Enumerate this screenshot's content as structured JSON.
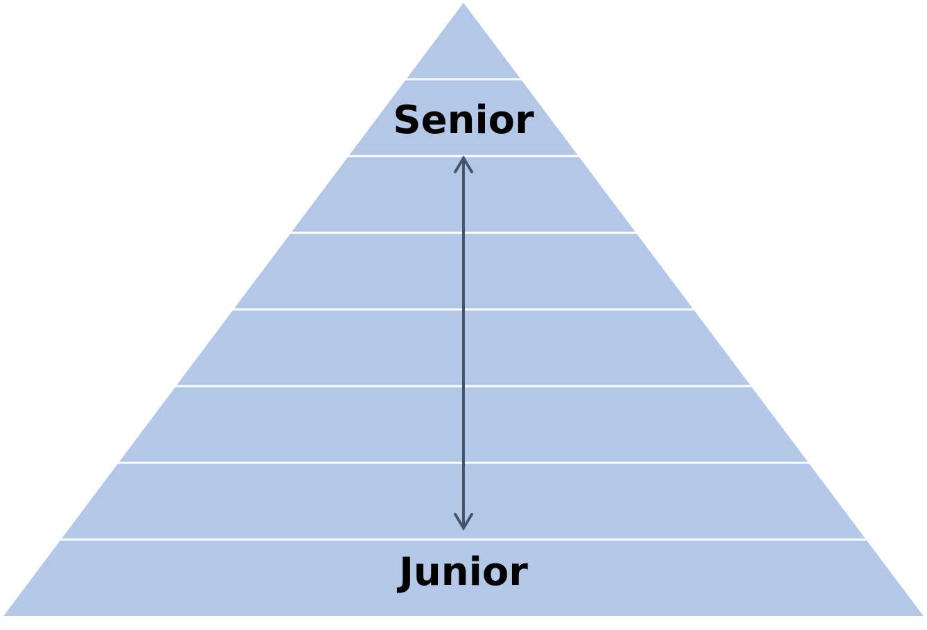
{
  "diagram": {
    "type": "pyramid",
    "tier_count": 8,
    "fill_color": "#b4c7e7",
    "divider_color": "#ffffff",
    "arrow_color": "#44546a",
    "arrow_style": "double-headed-vertical",
    "top_label": "Senior",
    "bottom_label": "Junior"
  }
}
